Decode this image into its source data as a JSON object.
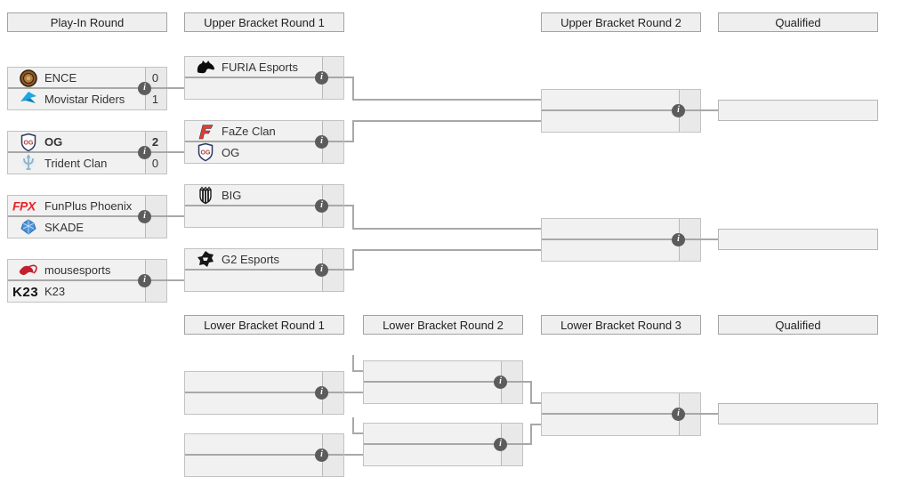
{
  "headers": {
    "play_in": "Play-In Round",
    "ub_r1": "Upper Bracket Round 1",
    "ub_r2": "Upper Bracket Round 2",
    "ub_qualified": "Qualified",
    "lb_r1": "Lower Bracket Round 1",
    "lb_r2": "Lower Bracket Round 2",
    "lb_r3": "Lower Bracket Round 3",
    "lb_qualified": "Qualified"
  },
  "play_in": [
    {
      "top": {
        "name": "ENCE",
        "score": "0"
      },
      "bottom": {
        "name": "Movistar Riders",
        "score": "1"
      }
    },
    {
      "top": {
        "name": "OG",
        "score": "2",
        "winner": true
      },
      "bottom": {
        "name": "Trident Clan",
        "score": "0"
      }
    },
    {
      "top": {
        "name": "FunPlus Phoenix",
        "score": ""
      },
      "bottom": {
        "name": "SKADE",
        "score": ""
      }
    },
    {
      "top": {
        "name": "mousesports",
        "score": ""
      },
      "bottom": {
        "name": "K23",
        "score": ""
      }
    }
  ],
  "ub_r1": [
    {
      "top": {
        "name": "FURIA Esports",
        "score": ""
      },
      "bottom": {
        "name": "",
        "score": ""
      }
    },
    {
      "top": {
        "name": "FaZe Clan",
        "score": ""
      },
      "bottom": {
        "name": "OG",
        "score": ""
      }
    },
    {
      "top": {
        "name": "BIG",
        "score": ""
      },
      "bottom": {
        "name": "",
        "score": ""
      }
    },
    {
      "top": {
        "name": "G2 Esports",
        "score": ""
      },
      "bottom": {
        "name": "",
        "score": ""
      }
    }
  ],
  "icons": {
    "info_glyph": "i"
  },
  "logos": {
    "fpx_text": "FPX",
    "k23_text": "K23",
    "og_text": "OG"
  },
  "colors": {
    "connector": "#a8a8a8",
    "box_fill": "#f1f1f1",
    "score_fill": "#e9e9e9",
    "box_border": "#c2c2c2",
    "header_fill": "#efefef",
    "info_bg": "#5c5c5c"
  }
}
